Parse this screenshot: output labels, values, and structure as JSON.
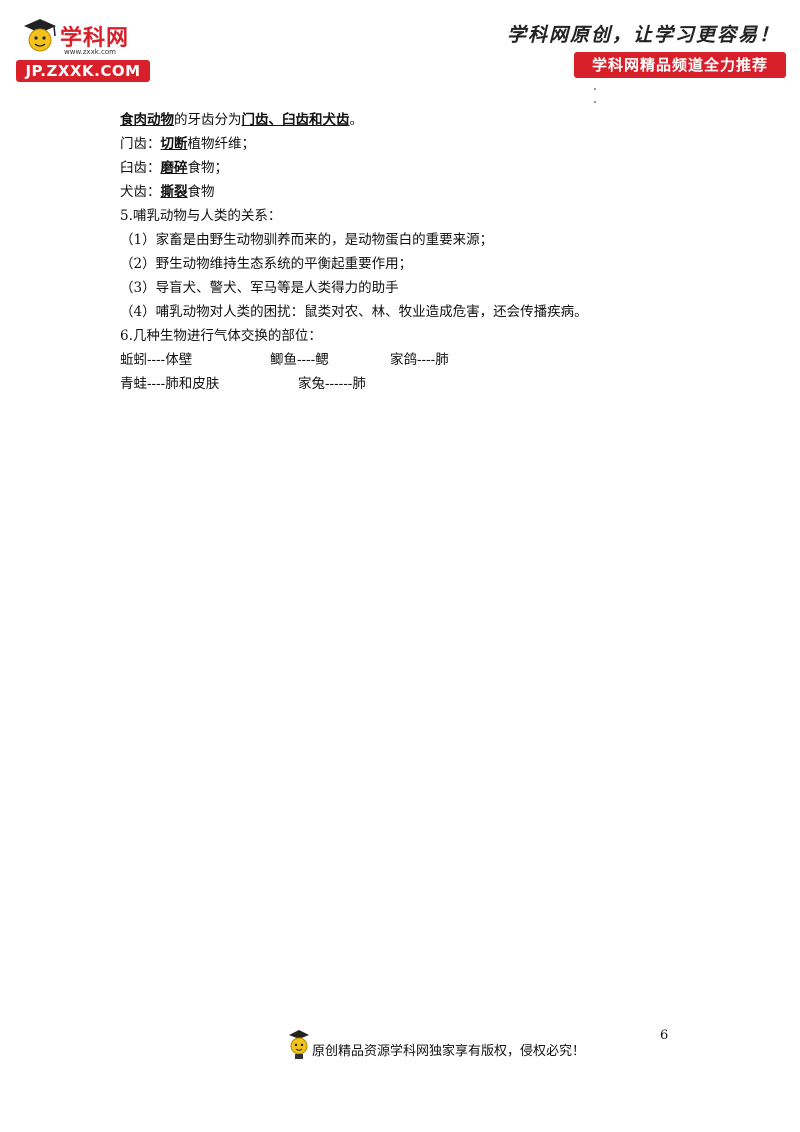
{
  "header": {
    "logo_text": "学科网",
    "logo_url": "www.zxxk.com",
    "logo_badge": "JP.ZXXK.COM",
    "slogan": "学科网原创，让学习更容易！",
    "channel_badge": "学科网精品频道全力推荐"
  },
  "content": {
    "line1": {
      "a": "食肉动物",
      "b": "的牙齿分为",
      "c": "门齿、臼齿和犬齿",
      "d": "。"
    },
    "line2": {
      "a": "门齿：",
      "b": "切断",
      "c": "植物纤维；"
    },
    "line3": {
      "a": "臼齿：",
      "b": "磨碎",
      "c": "食物；"
    },
    "line4": {
      "a": "犬齿：",
      "b": "撕裂",
      "c": "食物"
    },
    "line5": "5.哺乳动物与人类的关系：",
    "line6": "（1）家畜是由野生动物驯养而来的，是动物蛋白的重要来源；",
    "line7": "（2）野生动物维持生态系统的平衡起重要作用；",
    "line8": "（3）导盲犬、警犬、军马等是人类得力的助手",
    "line9": "（4）哺乳动物对人类的困扰：鼠类对农、林、牧业造成危害，还会传播疾病。",
    "line10": "6.几种生物进行气体交换的部位：",
    "row1": [
      "蚯蚓----体壁",
      "鲫鱼----鳃",
      "家鸽----肺"
    ],
    "row2": [
      "青蛙----肺和皮肤",
      "家兔------肺"
    ]
  },
  "footer": {
    "text": "原创精品资源学科网独家享有版权，侵权必究！",
    "page_number": "6"
  }
}
